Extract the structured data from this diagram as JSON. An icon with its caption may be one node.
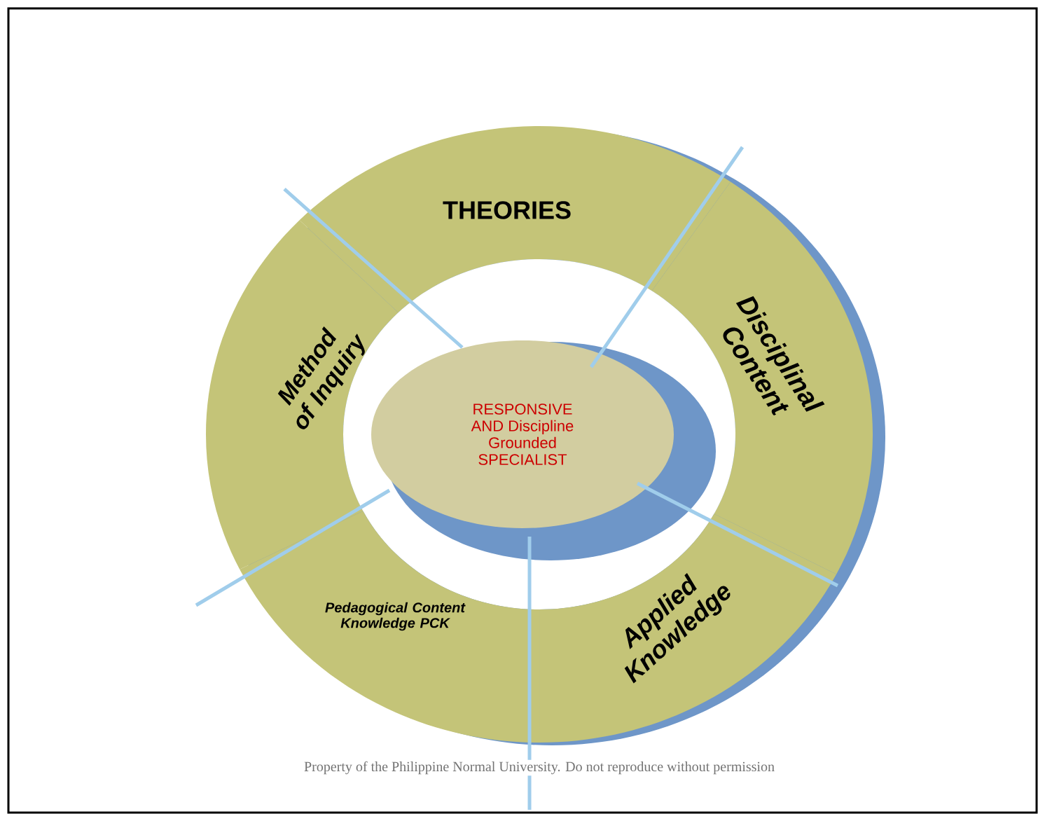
{
  "diagram": {
    "nodes": [
      {
        "text": [
          "THEORIES"
        ]
      },
      {
        "text": [
          "Method of Inquiry"
        ]
      },
      {
        "text": [
          "Disciplinal Content"
        ]
      },
      {
        "text": [
          "RESPONSIVE AND Discipline Grounded SPECIALIST"
        ]
      },
      {
        "text": [
          "Pedagogical Content Knowledge PCK"
        ]
      },
      {
        "text": [
          "Applied Knowledge"
        ]
      }
    ],
    "labels": [
      "Property of the Philippine Normal University. Do not reproduce without permission"
    ]
  }
}
